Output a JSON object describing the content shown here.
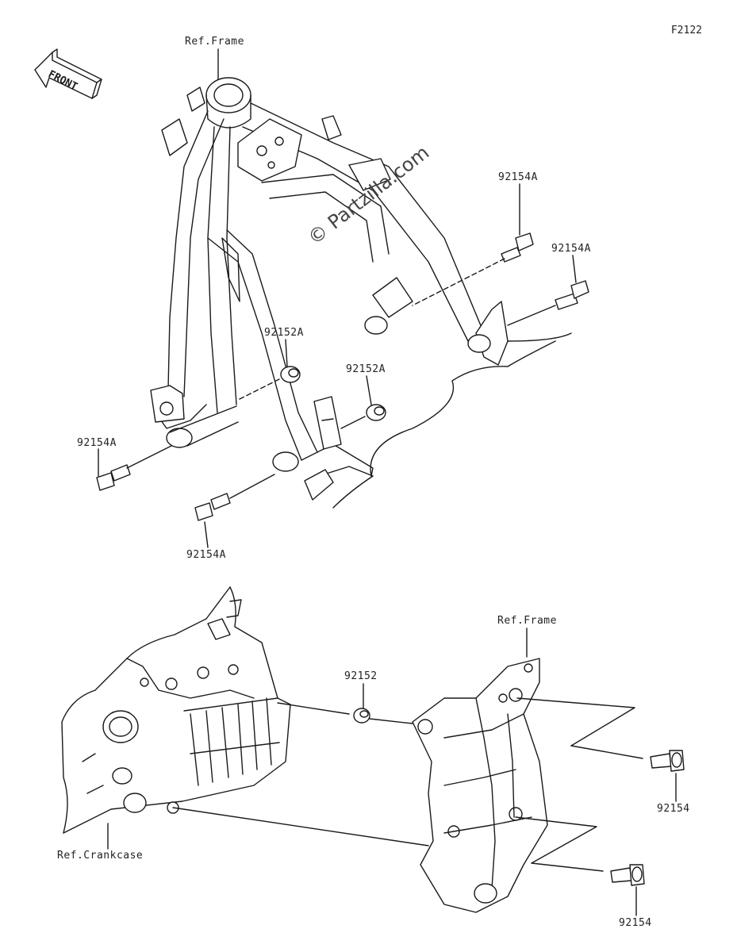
{
  "diagram_code": "F2122",
  "front_arrow_label": "FRONT",
  "watermark": "© Partzilla.com",
  "colors": {
    "line": "#1a1a1a",
    "background": "#ffffff"
  },
  "upper_assembly": {
    "ref_frame": "Ref.Frame",
    "parts": [
      {
        "id": "bolt-upper-right-1",
        "number": "92154A"
      },
      {
        "id": "bolt-upper-right-2",
        "number": "92154A"
      },
      {
        "id": "collar-left",
        "number": "92152A"
      },
      {
        "id": "collar-right",
        "number": "92152A"
      },
      {
        "id": "bolt-left",
        "number": "92154A"
      },
      {
        "id": "bolt-bottom",
        "number": "92154A"
      }
    ]
  },
  "lower_assembly": {
    "ref_frame": "Ref.Frame",
    "ref_crankcase": "Ref.Crankcase",
    "parts": [
      {
        "id": "collar-center",
        "number": "92152"
      },
      {
        "id": "bolt-right-upper",
        "number": "92154"
      },
      {
        "id": "bolt-right-lower",
        "number": "92154"
      }
    ]
  }
}
